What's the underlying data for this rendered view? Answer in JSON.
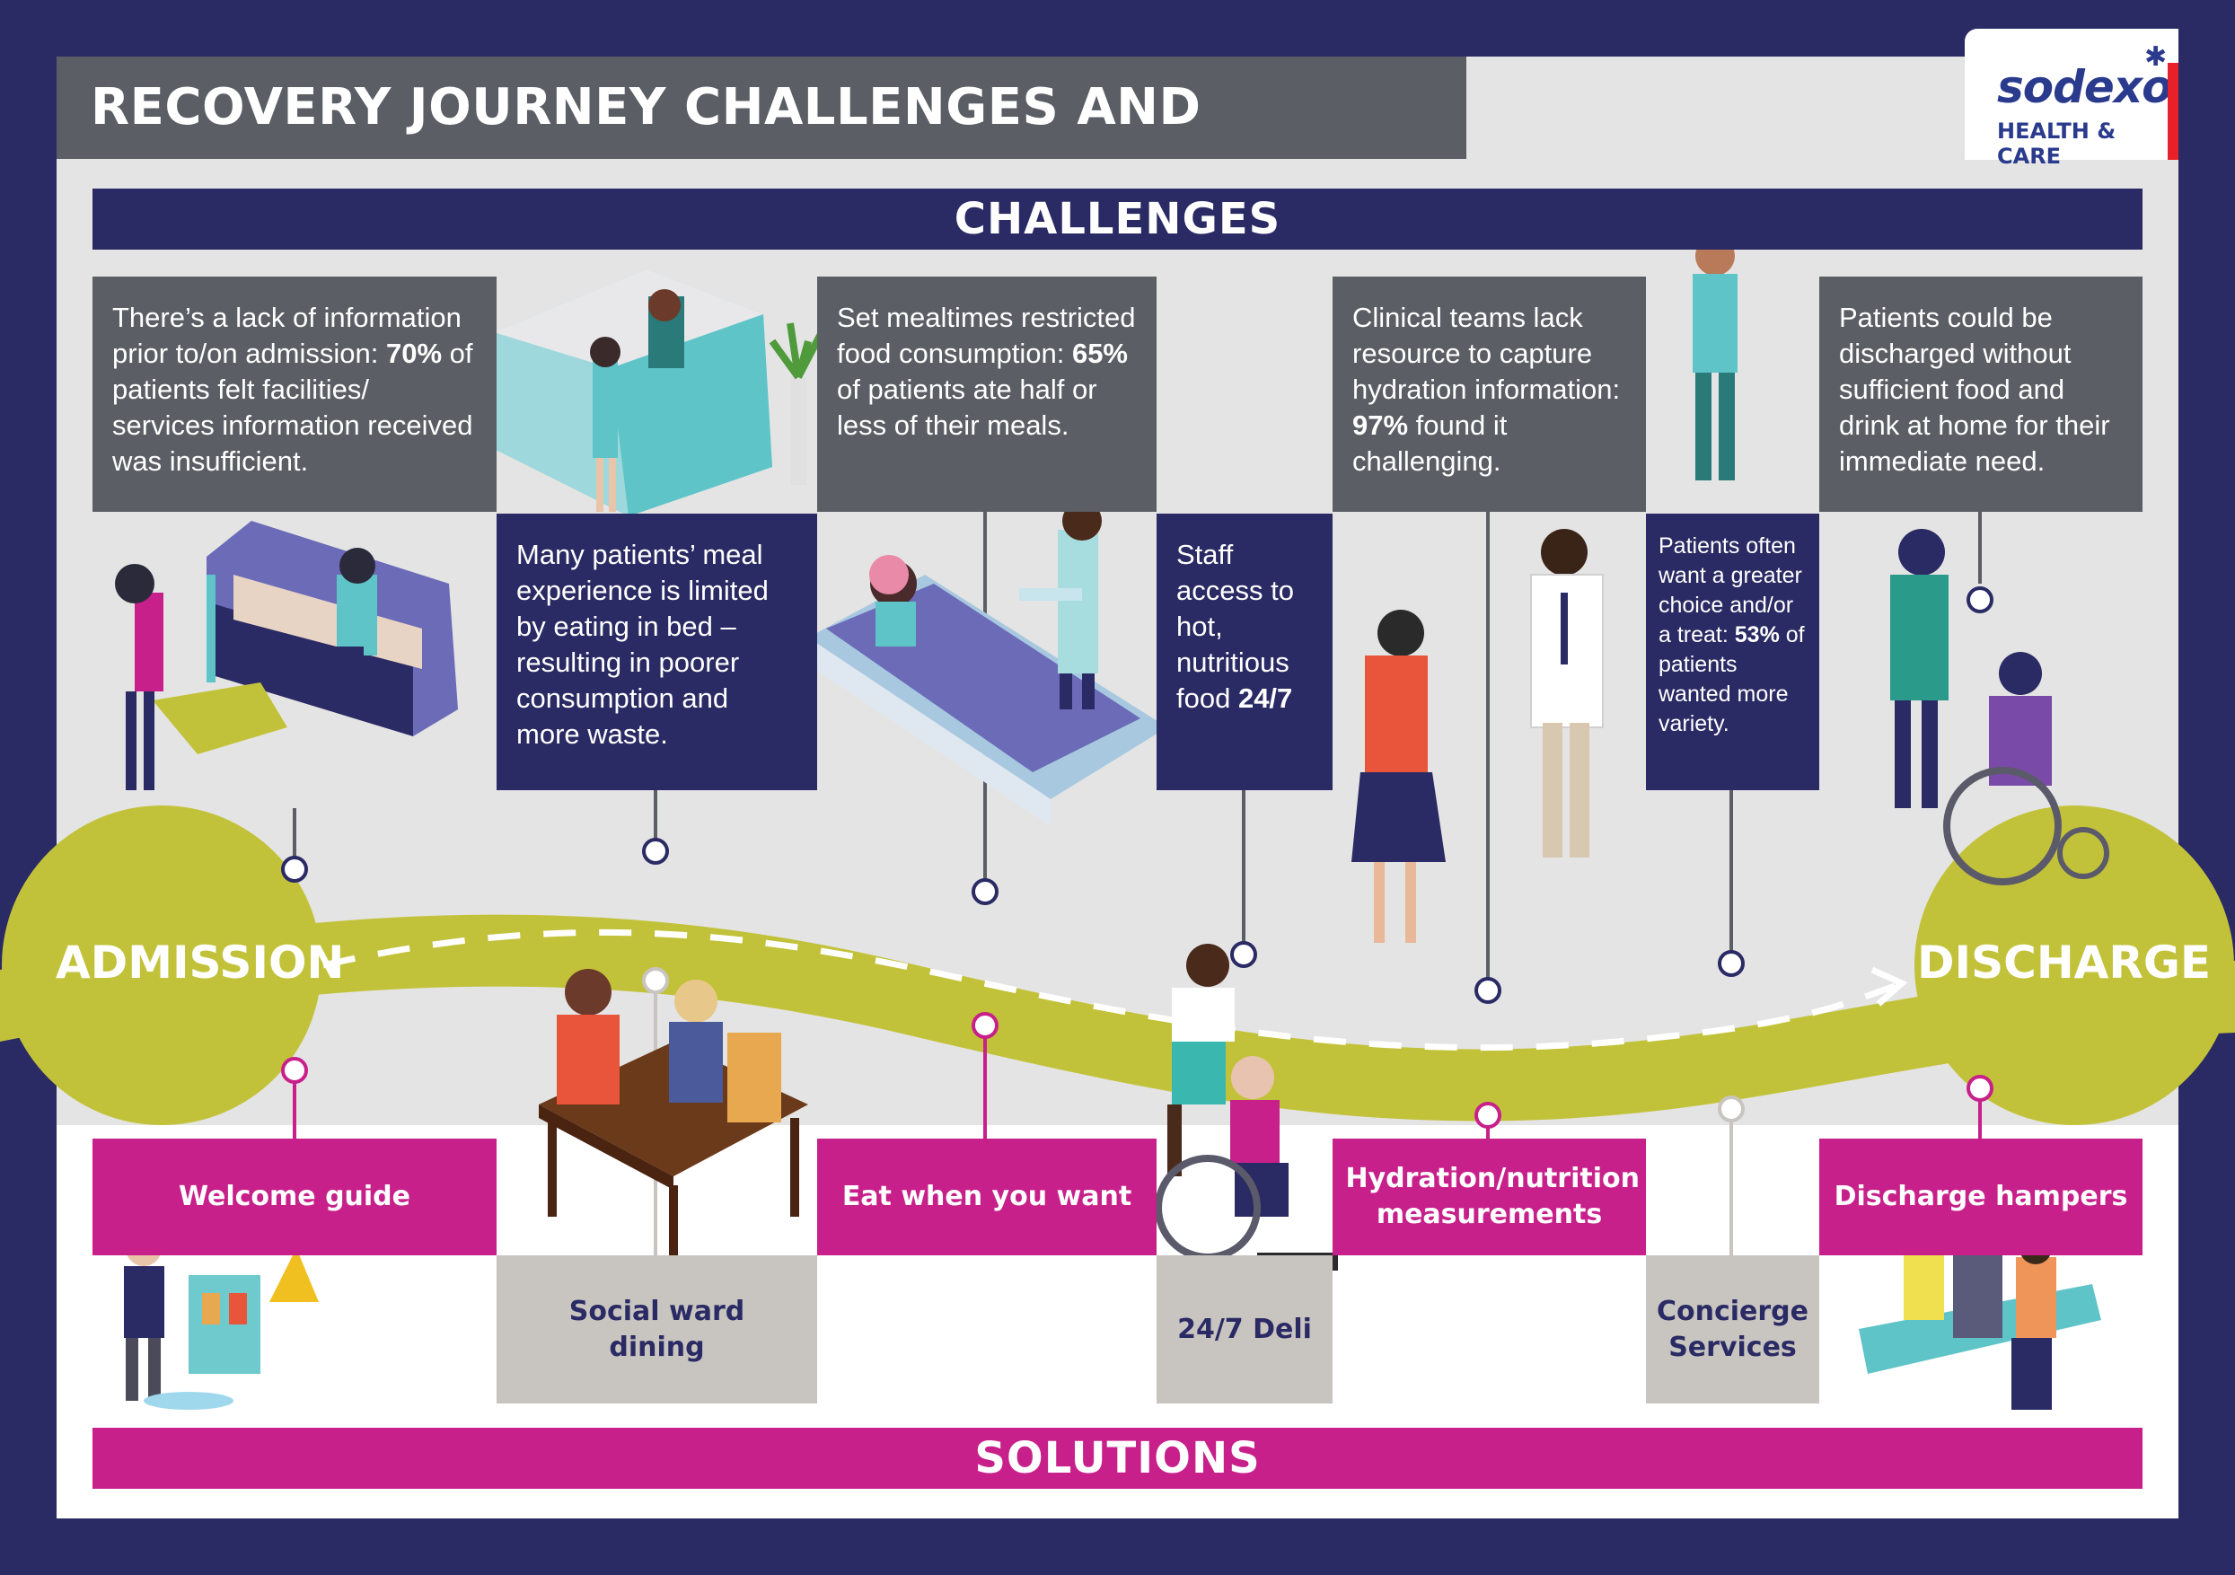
{
  "header": {
    "title": "RECOVERY JOURNEY CHALLENGES AND SOLUTIONS"
  },
  "logo": {
    "word": "sodexo",
    "sub": "HEALTH & CARE"
  },
  "sections": {
    "challenges": "CHALLENGES",
    "solutions": "SOLUTIONS"
  },
  "journey": {
    "start": "ADMISSION",
    "end": "DISCHARGE"
  },
  "challenges": [
    {
      "pre": "There’s a lack of information prior to/on admission: ",
      "stat": "70%",
      "post": " of patients felt facilities/ services information received was insufficient."
    },
    {
      "pre": "Many patients’ meal experience is limited by eating in bed – resulting in poorer consumption and more waste.",
      "stat": "",
      "post": ""
    },
    {
      "pre": "Set mealtimes restricted food consumption: ",
      "stat": "65%",
      "post": " of patients ate half or less of their meals."
    },
    {
      "pre": "Staff access to hot, nutritious food ",
      "stat": "24/7",
      "post": ""
    },
    {
      "pre": "Clinical teams lack resource to capture hydration information: ",
      "stat": "97%",
      "post": " found it challenging."
    },
    {
      "pre": "Patients often want a greater choice and/or a treat: ",
      "stat": "53%",
      "post": " of patients wanted more variety."
    },
    {
      "pre": "Patients could be discharged without sufficient food and drink at home for their immediate need.",
      "stat": "",
      "post": ""
    }
  ],
  "solutions": [
    "Welcome guide",
    "Social ward dining",
    "Eat when you want",
    "24/7 Deli",
    "Hydration/nutrition measurements",
    "Concierge Services",
    "Discharge hampers"
  ],
  "colors": {
    "navy": "#2a2a64",
    "gray": "#5b5e64",
    "magenta": "#c8208a",
    "lime": "#c2c23a",
    "light-gray": "#c8c4c0"
  },
  "illustrations": [
    "reception-desk-illustration",
    "lounge-sofa-illustration",
    "patient-bed-illustration",
    "walking-man-illustration",
    "doctor-visitor-illustration",
    "wheelchair-discharge-illustration",
    "dining-table-illustration",
    "wheelchair-deli-illustration",
    "cleaner-trolley-illustration",
    "waiting-bench-illustration"
  ]
}
